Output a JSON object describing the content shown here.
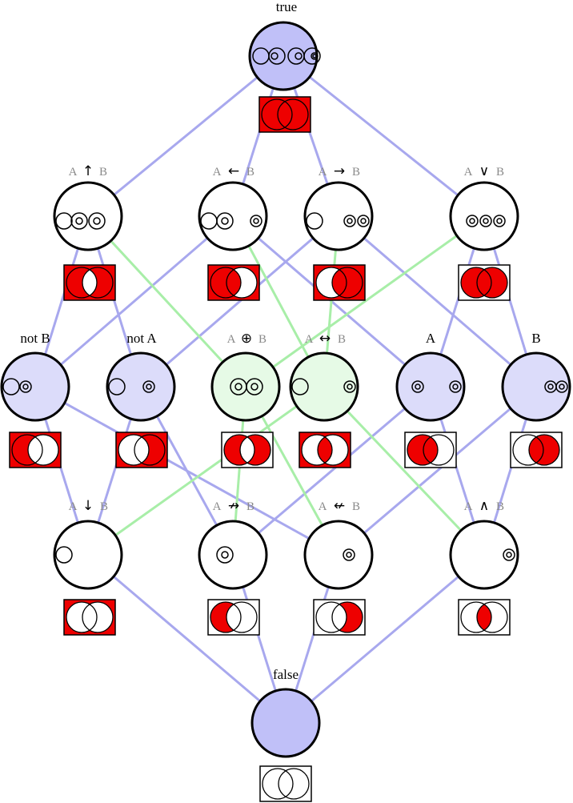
{
  "colors": {
    "edge_blue": "#a8a8ee",
    "edge_green": "#a8eea8",
    "node_blue_fill": "#dcdcfa",
    "node_green_fill": "#e6fae6",
    "node_full_fill": "#c0c0f8",
    "venn_red": "#ee0000"
  },
  "labels": {
    "true": "true",
    "false": "false",
    "not_b": "not B",
    "not_a": "not A",
    "a": "A",
    "b": "B",
    "nand": {
      "left": "A",
      "op": "↑",
      "right": "B"
    },
    "converse": {
      "left": "A",
      "op": "←",
      "right": "B"
    },
    "implies": {
      "left": "A",
      "op": "→",
      "right": "B"
    },
    "or": {
      "left": "A",
      "op": "∨",
      "right": "B"
    },
    "xor": {
      "left": "A",
      "op": "⊕",
      "right": "B"
    },
    "iff": {
      "left": "A",
      "op": "↔",
      "right": "B"
    },
    "nor": {
      "left": "A",
      "op": "↓",
      "right": "B"
    },
    "nimp": {
      "left": "A",
      "op": "↛",
      "right": "B"
    },
    "nconv": {
      "left": "A",
      "op": "↚",
      "right": "B"
    },
    "and": {
      "left": "A",
      "op": "∧",
      "right": "B"
    }
  }
}
